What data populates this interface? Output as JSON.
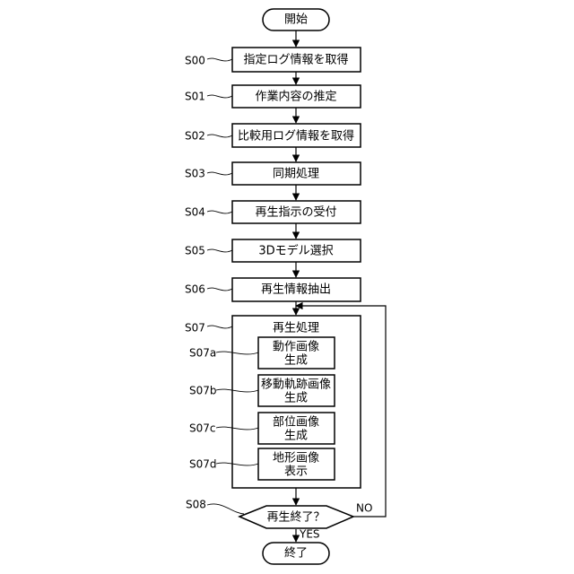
{
  "start": "開始",
  "end": "終了",
  "steps": [
    {
      "label": "S00",
      "text": "指定ログ情報を取得"
    },
    {
      "label": "S01",
      "text": "作業内容の推定"
    },
    {
      "label": "S02",
      "text": "比較用ログ情報を取得"
    },
    {
      "label": "S03",
      "text": "同期処理"
    },
    {
      "label": "S04",
      "text": "再生指示の受付"
    },
    {
      "label": "S05",
      "text": "3Dモデル選択"
    },
    {
      "label": "S06",
      "text": "再生情報抽出"
    }
  ],
  "group": {
    "label": "S07",
    "title": "再生処理",
    "substeps": [
      {
        "label": "S07a",
        "line1": "動作画像",
        "line2": "生成"
      },
      {
        "label": "S07b",
        "line1": "移動軌跡画像",
        "line2": "生成"
      },
      {
        "label": "S07c",
        "line1": "部位画像",
        "line2": "生成"
      },
      {
        "label": "S07d",
        "line1": "地形画像",
        "line2": "表示"
      }
    ]
  },
  "decision": {
    "label": "S08",
    "text": "再生終了？",
    "no": "NO",
    "yes": "YES"
  }
}
